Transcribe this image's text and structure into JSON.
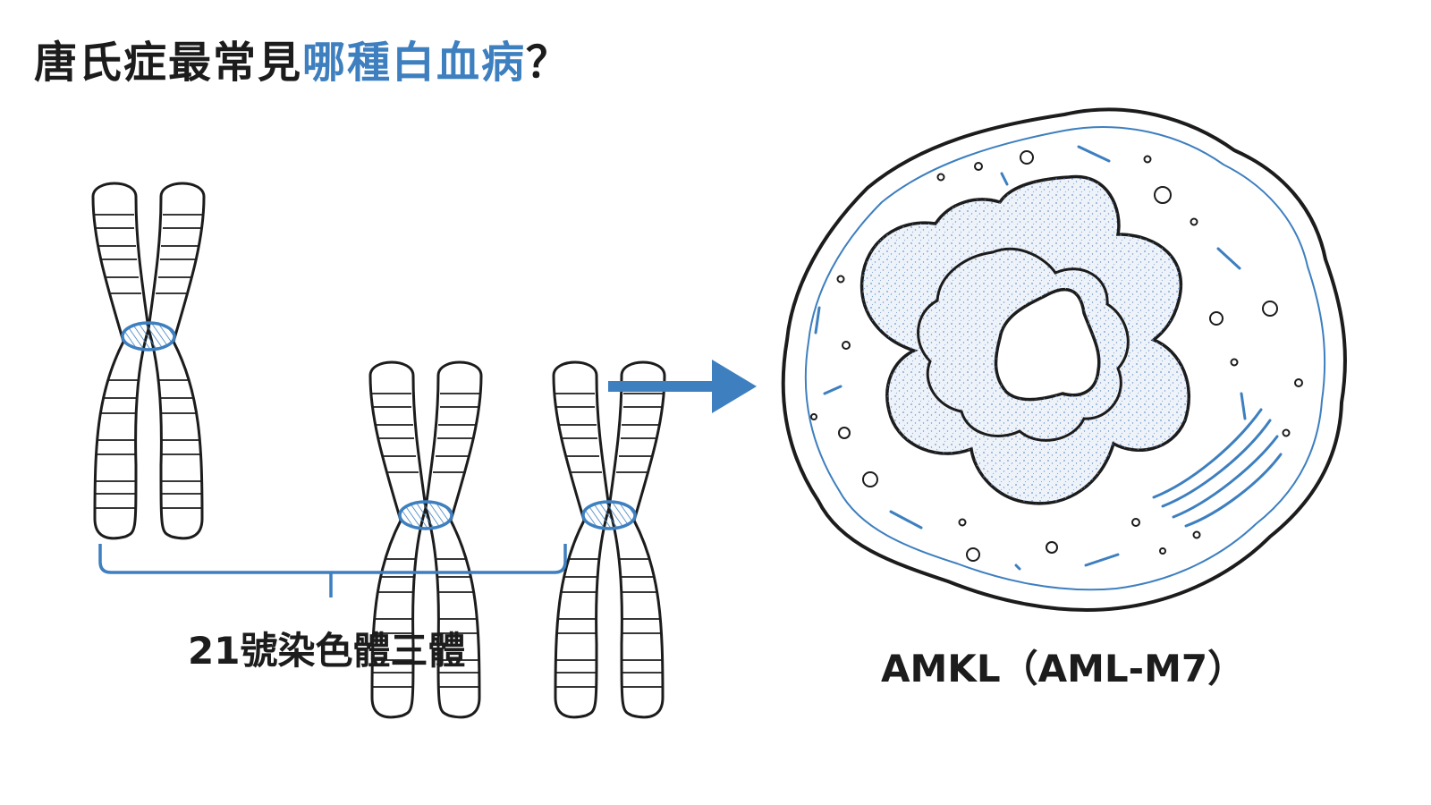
{
  "title": {
    "part_dark": "唐氏症最常見",
    "part_accent": "哪種白血病",
    "part_end": "？"
  },
  "left_label": "21號染色體三體",
  "right_label": "AMKL（AML-M7）",
  "colors": {
    "accent": "#3d7fbf",
    "ink": "#1c1c1c",
    "cell_fill": "#e9f0f8",
    "stipple": "#5a86c0"
  },
  "icons": {
    "chromosomes": "chromosome-icon",
    "arrow": "arrow-right-icon",
    "cell": "megakaryoblast-cell-icon"
  }
}
